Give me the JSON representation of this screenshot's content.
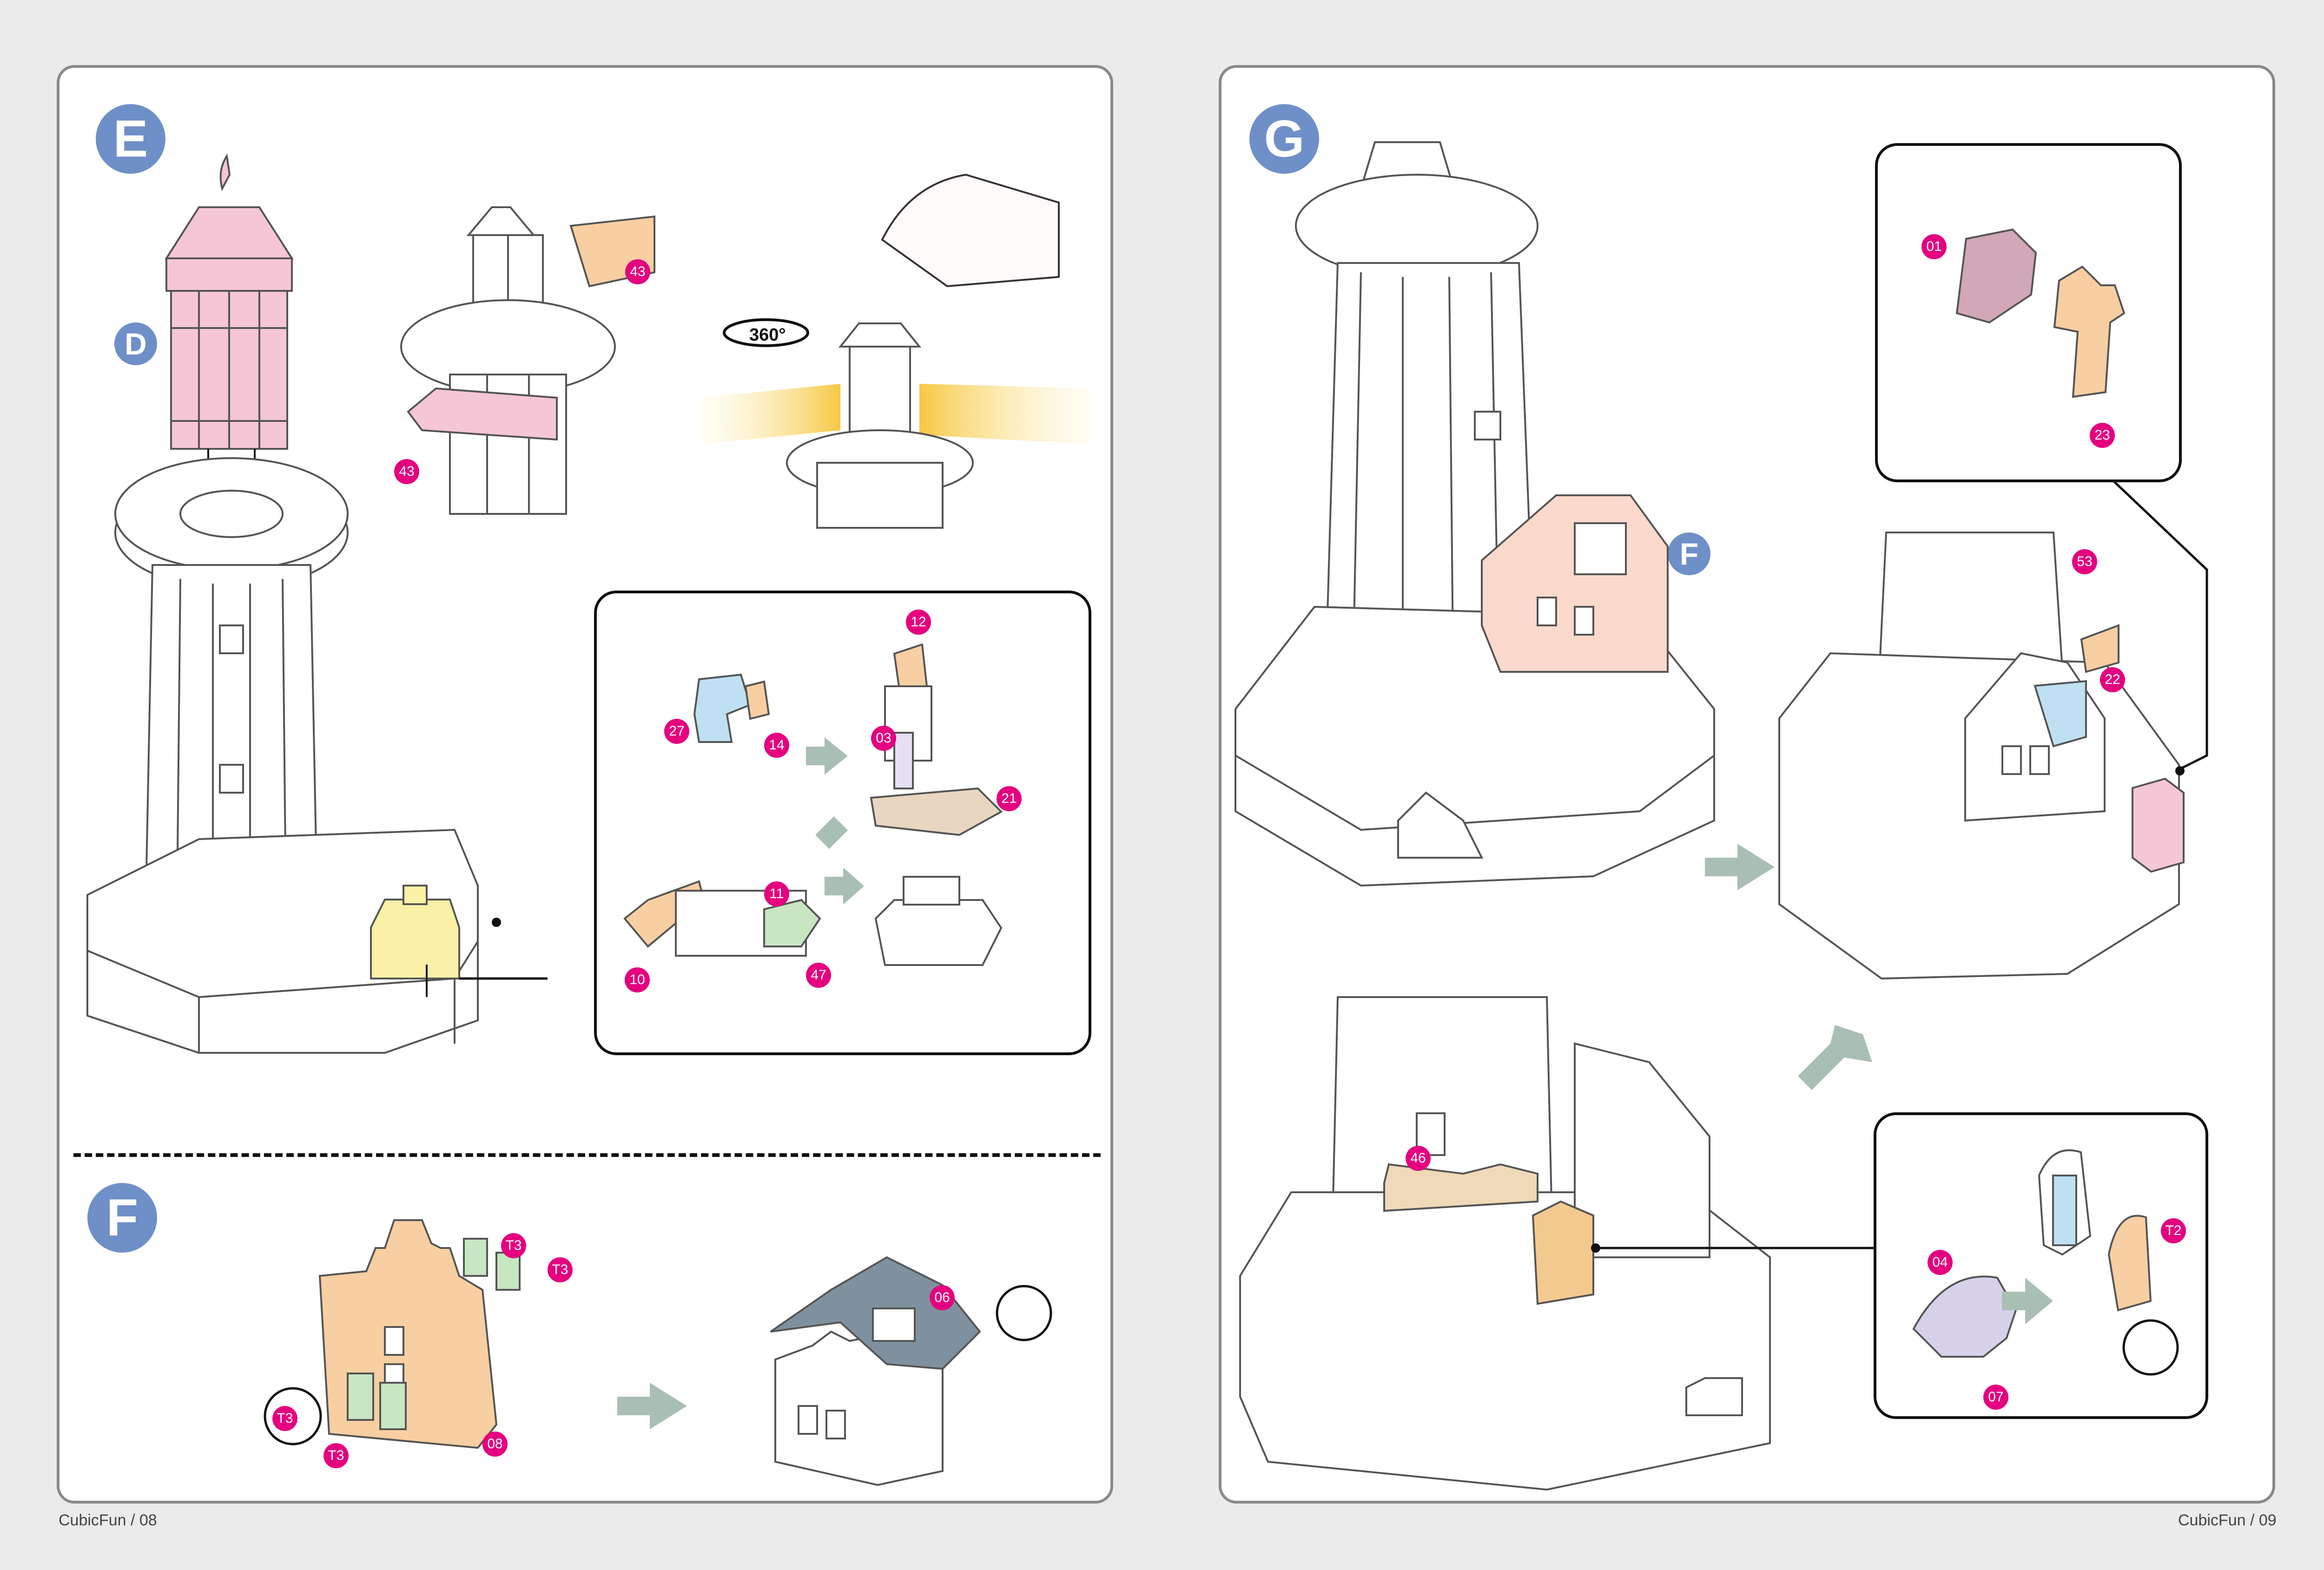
{
  "left_page": {
    "steps": {
      "e": "E",
      "f": "F"
    },
    "sub_refs": {
      "d": "D"
    },
    "rotation_label": "360°",
    "parts": {
      "p43a": "43",
      "p43b": "43",
      "p12": "12",
      "p27": "27",
      "p14": "14",
      "p03": "03",
      "p21": "21",
      "p11": "11",
      "p10": "10",
      "p47": "47",
      "t3a": "T3",
      "t3b": "T3",
      "t3c": "T3",
      "t3d": "T3",
      "p08": "08",
      "p06": "06"
    },
    "footer": "CubicFun / 08"
  },
  "right_page": {
    "steps": {
      "g": "G"
    },
    "sub_refs": {
      "f": "F"
    },
    "parts": {
      "p01": "01",
      "p23": "23",
      "p53": "53",
      "p22": "22",
      "p46": "46",
      "p04": "04",
      "p07": "07",
      "t2": "T2"
    },
    "footer": "CubicFun / 09"
  },
  "colors": {
    "step_badge": "#6f8fc8",
    "part_number": "#e4007f",
    "arrow": "#a9bfb3",
    "part_pink": "#f5c6d6",
    "part_orange": "#f7cfa2",
    "part_blue": "#bfe0f2",
    "part_green": "#c8e6c2",
    "part_yellow": "#fbf1a6",
    "part_slate": "#7f919e"
  }
}
